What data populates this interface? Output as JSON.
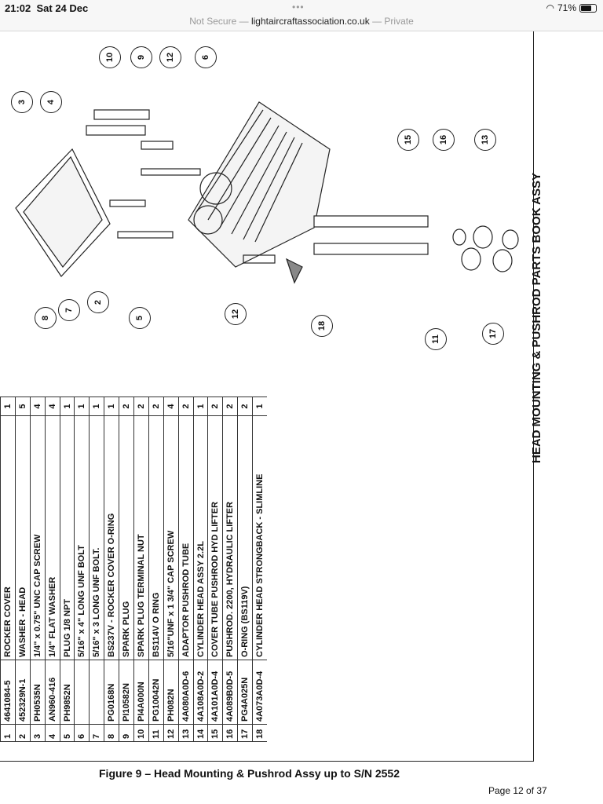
{
  "status_bar": {
    "time": "21:02",
    "date": "Sat 24 Dec",
    "battery": "71%",
    "battery_level": 0.71
  },
  "address_bar": {
    "security": "Not Secure —",
    "domain": "lightaircraftassociation.co.uk",
    "mode": "— Private"
  },
  "document": {
    "side_title": "HEAD MOUNTING & PUSHROD PARTS BOOK ASSY",
    "caption": "Figure 9 – Head Mounting & Pushrod Assy up to S/N 2552",
    "page": "Page 12 of 37",
    "parts": [
      [
        "1",
        "4641084-5",
        "ROCKER COVER",
        "1"
      ],
      [
        "2",
        "452329N-1",
        "WASHER - HEAD",
        "5"
      ],
      [
        "3",
        "PH0535N",
        "1/4\" x 0.75\" UNC CAP SCREW",
        "4"
      ],
      [
        "4",
        "AN960-416",
        "1/4\" FLAT WASHER",
        "4"
      ],
      [
        "5",
        "PH9852N",
        "PLUG 1/8 NPT",
        "1"
      ],
      [
        "6",
        "",
        "5/16\" x 4\" LONG UNF BOLT",
        "1"
      ],
      [
        "7",
        "",
        "5/16\" x 3 LONG UNF BOLT.",
        "1"
      ],
      [
        "8",
        "PG0168N",
        "BS237V - ROCKER COVER O-RING",
        "1"
      ],
      [
        "9",
        "PI10582N",
        "SPARK PLUG",
        "2"
      ],
      [
        "10",
        "PI4A000N",
        "SPARK PLUG TERMINAL NUT",
        "2"
      ],
      [
        "11",
        "PG10042N",
        "BS114V O RING",
        "2"
      ],
      [
        "12",
        "PH082N",
        "5/16\"UNF x 1 3/4\" CAP SCREW",
        "4"
      ],
      [
        "13",
        "4A080A0D-6",
        "ADAPTOR PUSHROD TUBE",
        "2"
      ],
      [
        "14",
        "4A108A0D-2",
        "CYLINDER HEAD ASSY 2.2L",
        "1"
      ],
      [
        "15",
        "4A101A0D-4",
        "COVER TUBE PUSHROD HYD LIFTER",
        "2"
      ],
      [
        "16",
        "4A089B0D-5",
        "PUSHROD. 2200, HYDRAULIC LIFTER",
        "2"
      ],
      [
        "17",
        "PG4A025N",
        "O-RING  (BS119V)",
        "2"
      ],
      [
        "18",
        "4A073A0D-4",
        "CYLINDER HEAD STRONGBACK - SLIMLINE",
        "1"
      ]
    ]
  },
  "diagram": {
    "balloons": [
      "10",
      "9",
      "12",
      "6",
      "3",
      "4",
      "15",
      "16",
      "13",
      "8",
      "7",
      "2",
      "5",
      "12",
      "18",
      "11",
      "17"
    ]
  }
}
